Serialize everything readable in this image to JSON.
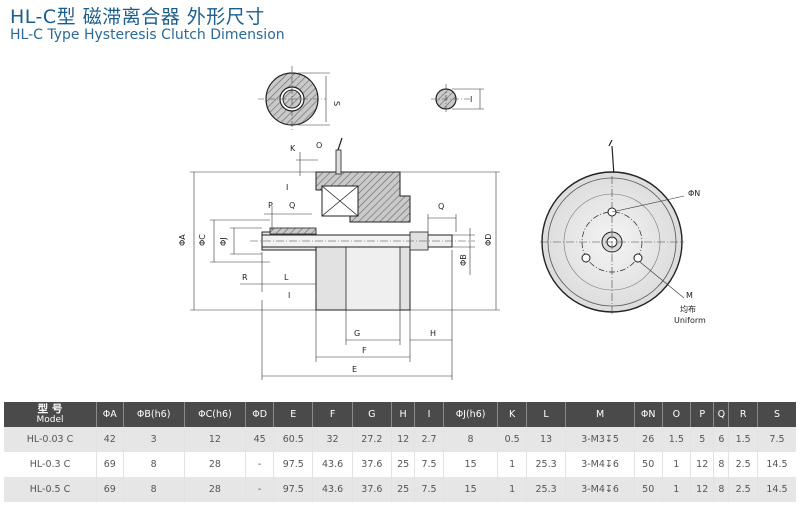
{
  "header": {
    "title_cn": "HL-C型 磁滞离合器 外形尺寸",
    "title_en": "HL-C Type Hysteresis Clutch Dimension"
  },
  "drawing_labels": {
    "s": "S",
    "i1": "I",
    "k": "K",
    "o": "O",
    "p": "P",
    "q": "Q",
    "q2": "Q",
    "phi_a": "ΦA",
    "phi_c": "ΦC",
    "phi_j": "ΦJ",
    "phi_d": "ΦD",
    "phi_b": "ΦB",
    "r": "R",
    "l": "L",
    "g": "G",
    "h": "H",
    "f": "F",
    "e": "E",
    "phi_n": "ΦN",
    "m": "M",
    "uniform_cn": "均布",
    "uniform_en": "Uniform"
  },
  "table": {
    "headers": [
      "型 号",
      "ΦA",
      "ΦB(h6)",
      "ΦC(h6)",
      "ΦD",
      "E",
      "F",
      "G",
      "H",
      "I",
      "ΦJ(h6)",
      "K",
      "L",
      "M",
      "ΦN",
      "O",
      "P",
      "Q",
      "R",
      "S"
    ],
    "model_en": "Model",
    "rows": [
      [
        "HL-0.03 C",
        "42",
        "3",
        "12",
        "45",
        "60.5",
        "32",
        "27.2",
        "12",
        "2.7",
        "8",
        "0.5",
        "13",
        "3-M3↧5",
        "26",
        "1.5",
        "5",
        "6",
        "1.5",
        "7.5"
      ],
      [
        "HL-0.3 C",
        "69",
        "8",
        "28",
        "-",
        "97.5",
        "43.6",
        "37.6",
        "25",
        "7.5",
        "15",
        "1",
        "25.3",
        "3-M4↧6",
        "50",
        "1",
        "12",
        "8",
        "2.5",
        "14.5"
      ],
      [
        "HL-0.5 C",
        "69",
        "8",
        "28",
        "-",
        "97.5",
        "43.6",
        "37.6",
        "25",
        "7.5",
        "15",
        "1",
        "25.3",
        "3-M4↧6",
        "50",
        "1",
        "12",
        "8",
        "2.5",
        "14.5"
      ]
    ]
  }
}
